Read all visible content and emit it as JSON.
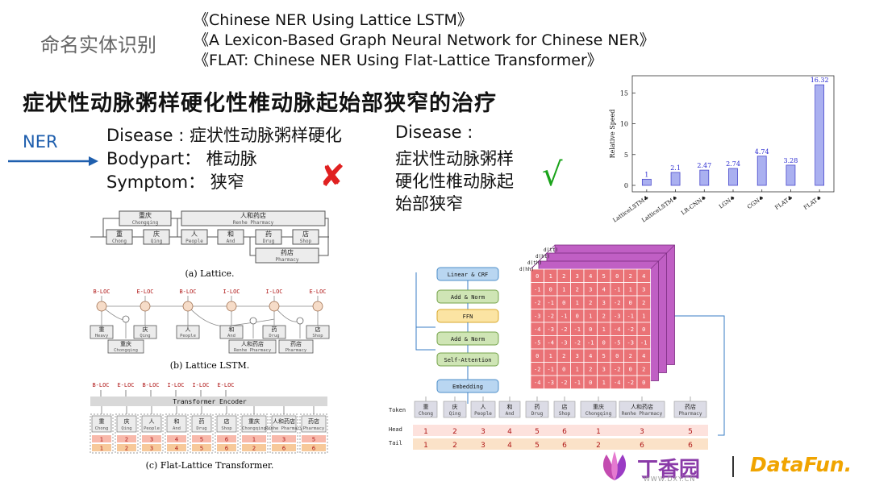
{
  "header": {
    "label": "命名实体识别",
    "papers": [
      "《Chinese NER Using Lattice LSTM》",
      "《A Lexicon-Based Graph Neural Network for Chinese NER》",
      "《FLAT: Chinese NER Using Flat-Lattice Transformer》"
    ]
  },
  "title": "症状性动脉粥样硬化性椎动脉起始部狭窄的治疗",
  "ner": {
    "label": "NER",
    "wrong": [
      {
        "key": "Disease :",
        "value": "症状性动脉粥样硬化"
      },
      {
        "key": "Bodypart：",
        "value": "椎动脉"
      },
      {
        "key": "Symptom：",
        "value": "狭窄"
      }
    ],
    "wrong_mark": "✘",
    "right_key": "Disease :",
    "right_lines": [
      "症状性动脉粥样",
      "硬化性椎动脉起",
      "始部狭窄"
    ],
    "right_mark": "√"
  },
  "lattice": {
    "top_words": [
      {
        "cn": "重庆",
        "py": "Chongqing"
      },
      {
        "cn": "人和药店",
        "py": "Renhe Pharmacy"
      }
    ],
    "chars": [
      {
        "cn": "重",
        "py": "Chong"
      },
      {
        "cn": "庆",
        "py": "Qing"
      },
      {
        "cn": "人",
        "py": "People"
      },
      {
        "cn": "和",
        "py": "And"
      },
      {
        "cn": "药",
        "py": "Drug"
      },
      {
        "cn": "店",
        "py": "Shop"
      }
    ],
    "bottom_word": {
      "cn": "药店",
      "py": "Pharmacy"
    },
    "caption": "(a) Lattice."
  },
  "lstm": {
    "tags": [
      "B-LOC",
      "E-LOC",
      "B-LOC",
      "I-LOC",
      "I-LOC",
      "E-LOC"
    ],
    "chars": [
      {
        "cn": "重",
        "py": "Heavy"
      },
      {
        "cn": "庆",
        "py": "Qing"
      },
      {
        "cn": "人",
        "py": "People"
      },
      {
        "cn": "和",
        "py": "And"
      },
      {
        "cn": "药",
        "py": "Drug"
      },
      {
        "cn": "店",
        "py": "Shop"
      }
    ],
    "words": [
      {
        "cn": "重庆",
        "py": "Chongqing"
      },
      {
        "cn": "人和药店",
        "py": "Renhe Pharmacy"
      },
      {
        "cn": "药店",
        "py": "Pharmacy"
      }
    ],
    "caption": "(b) Lattice LSTM."
  },
  "flat_small": {
    "tags": [
      "B-LOC",
      "E-LOC",
      "B-LOC",
      "I-LOC",
      "I-LOC",
      "E-LOC"
    ],
    "encoder": "Transformer Encoder",
    "tokens": [
      {
        "cn": "重",
        "py": "Chong"
      },
      {
        "cn": "庆",
        "py": "Qing"
      },
      {
        "cn": "人",
        "py": "People"
      },
      {
        "cn": "和",
        "py": "And"
      },
      {
        "cn": "药",
        "py": "Drug"
      },
      {
        "cn": "店",
        "py": "Shop"
      },
      {
        "cn": "重庆",
        "py": "Chongqing"
      },
      {
        "cn": "人和药店",
        "py": "Renhe Pharmacy"
      },
      {
        "cn": "药店",
        "py": "Pharmacy"
      }
    ],
    "heads": [
      "1",
      "2",
      "3",
      "4",
      "5",
      "6",
      "1",
      "3",
      "5"
    ],
    "tails": [
      "1",
      "2",
      "3",
      "4",
      "5",
      "6",
      "2",
      "6",
      "6"
    ],
    "caption": "(c) Flat-Lattice Transformer."
  },
  "speed_chart": {
    "chart_data": {
      "type": "bar",
      "ylabel": "Relative Speed",
      "yticks": [
        0,
        5,
        10,
        15
      ],
      "ylim": [
        0,
        17
      ],
      "categories": [
        "LatticeLSTM♣",
        "LatticeLSTM♠",
        "LR-CNN♠",
        "LGN♠",
        "CGN♠",
        "FLAT♣",
        "FLAT♠"
      ],
      "values": [
        1,
        2.1,
        2.47,
        2.74,
        4.74,
        3.28,
        16.32
      ],
      "labels": [
        "1",
        "2.1",
        "2.47",
        "2.74",
        "4.74",
        "3.28",
        "16.32"
      ],
      "bar_color": "#aab0f0",
      "label_color": "#2a2ad0"
    }
  },
  "flat_big": {
    "blocks": [
      "Linear & CRF",
      "Add & Norm",
      "FFN",
      "Add & Norm",
      "Self-Attention",
      "Embedding"
    ],
    "layer_labels": [
      "d(tt)",
      "d(ht)",
      "d(th)",
      "d(hh)"
    ],
    "matrix": [
      [
        "0",
        "1",
        "2",
        "3",
        "4",
        "5",
        "0",
        "2",
        "4"
      ],
      [
        "-1",
        "0",
        "1",
        "2",
        "3",
        "4",
        "-1",
        "1",
        "3"
      ],
      [
        "-2",
        "-1",
        "0",
        "1",
        "2",
        "3",
        "-2",
        "0",
        "2"
      ],
      [
        "-3",
        "-2",
        "-1",
        "0",
        "1",
        "2",
        "-3",
        "-1",
        "1"
      ],
      [
        "-4",
        "-3",
        "-2",
        "-1",
        "0",
        "1",
        "-4",
        "-2",
        "0"
      ],
      [
        "-5",
        "-4",
        "-3",
        "-2",
        "-1",
        "0",
        "-5",
        "-3",
        "-1"
      ],
      [
        "0",
        "1",
        "2",
        "3",
        "4",
        "5",
        "0",
        "2",
        "4"
      ],
      [
        "-2",
        "-1",
        "0",
        "1",
        "2",
        "3",
        "-2",
        "0",
        "2"
      ],
      [
        "-4",
        "-3",
        "-2",
        "-1",
        "0",
        "1",
        "-4",
        "-2",
        "0"
      ]
    ],
    "token_label": "Token",
    "head_label": "Head",
    "tail_label": "Tail",
    "tokens": [
      {
        "cn": "重",
        "py": "Chong"
      },
      {
        "cn": "庆",
        "py": "Qing"
      },
      {
        "cn": "人",
        "py": "People"
      },
      {
        "cn": "和",
        "py": "And"
      },
      {
        "cn": "药",
        "py": "Drug"
      },
      {
        "cn": "店",
        "py": "Shop"
      },
      {
        "cn": "重庆",
        "py": "Chongqing"
      },
      {
        "cn": "人和药店",
        "py": "Renhe Pharmacy"
      },
      {
        "cn": "药店",
        "py": "Pharmacy"
      }
    ],
    "heads": [
      "1",
      "2",
      "3",
      "4",
      "5",
      "6",
      "1",
      "3",
      "5"
    ],
    "tails": [
      "1",
      "2",
      "3",
      "4",
      "5",
      "6",
      "2",
      "6",
      "6"
    ]
  },
  "branding": {
    "dxy": "丁香园",
    "dxy_url": "WWW.DXY.CN",
    "datafun": "DataFun."
  }
}
